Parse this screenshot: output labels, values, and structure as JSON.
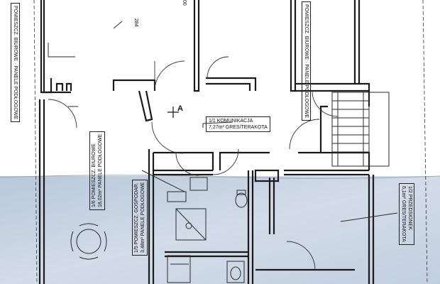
{
  "dimensions": {
    "top_left": "284",
    "top_center": "00"
  },
  "rooms": [
    {
      "id": "office_top_left",
      "name": "POMIESZCZ. BIUROWE",
      "floor": "PANELE PODŁOGOWE"
    },
    {
      "id": "office_top_right",
      "name": "POMIESZCZ. BIUROWE",
      "floor": "PANELE PODŁOGOWE"
    },
    {
      "id": "1_1",
      "number": "1/1",
      "name": "KOMUNIKACJA",
      "area": "7,27m²",
      "floor": "GRES/TERAKOTA"
    },
    {
      "id": "1_6",
      "number": "1/6",
      "name": "POMIESZCZ. BIUROWE",
      "area": "18,02m²",
      "floor": "PANELE PODŁOGOWE"
    },
    {
      "id": "1_5",
      "number": "1/5",
      "name": "POMIESZCZ. GOSPODAR.",
      "area": "3,48m²",
      "floor": "PANELE PODŁOGOWE"
    },
    {
      "id": "1_2",
      "number": "1/2",
      "name": "PRZEDSIONEK",
      "area": "6,1m²",
      "floor": "GRES/TERAKOTA"
    }
  ],
  "section_marker": "A",
  "colors": {
    "ink": "#1a1a1a",
    "paper": "#ffffff",
    "blue_paper": "#c7d3e3"
  },
  "icons": [
    "stairs-icon",
    "table-chairs-icon",
    "sink-icon",
    "toilet-icon",
    "shower-icon"
  ]
}
